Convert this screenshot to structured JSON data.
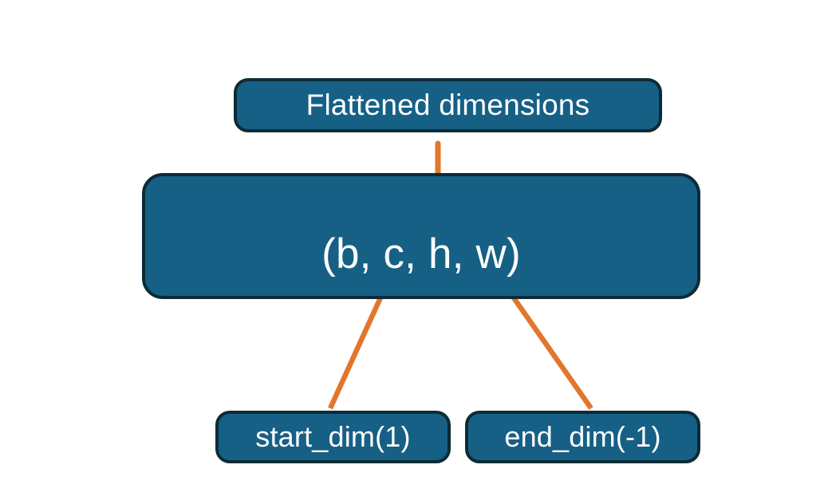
{
  "diagram": {
    "type": "annotated-shape-diagram",
    "title_node": {
      "id": "flattened-dimensions",
      "label": "Flattened dimensions"
    },
    "shape_node": {
      "id": "tensor-shape",
      "label": "(b, c, h, w)",
      "dims": [
        "b",
        "c",
        "h",
        "w"
      ]
    },
    "argument_nodes": [
      {
        "id": "start-dim",
        "label": "start_dim(1)",
        "points_to_dim": "c"
      },
      {
        "id": "end-dim",
        "label": "end_dim(-1)",
        "points_to_dim": "w"
      }
    ],
    "connectors": [
      {
        "id": "brace-top",
        "kind": "curly-brace",
        "from": "tensor-shape-dims-c-to-w",
        "to": "flattened-dimensions",
        "color": "#E2762B"
      },
      {
        "id": "arrow-start-dim",
        "kind": "arrow",
        "from": "start-dim",
        "to": "dim-c",
        "color": "#E2762B"
      },
      {
        "id": "arrow-end-dim",
        "kind": "arrow",
        "from": "end-dim",
        "to": "dim-w",
        "color": "#E2762B"
      }
    ],
    "colors": {
      "node_fill": "#166086",
      "node_border": "#0d2b36",
      "node_text": "#ffffff",
      "accent": "#E2762B",
      "background": "#ffffff"
    }
  }
}
